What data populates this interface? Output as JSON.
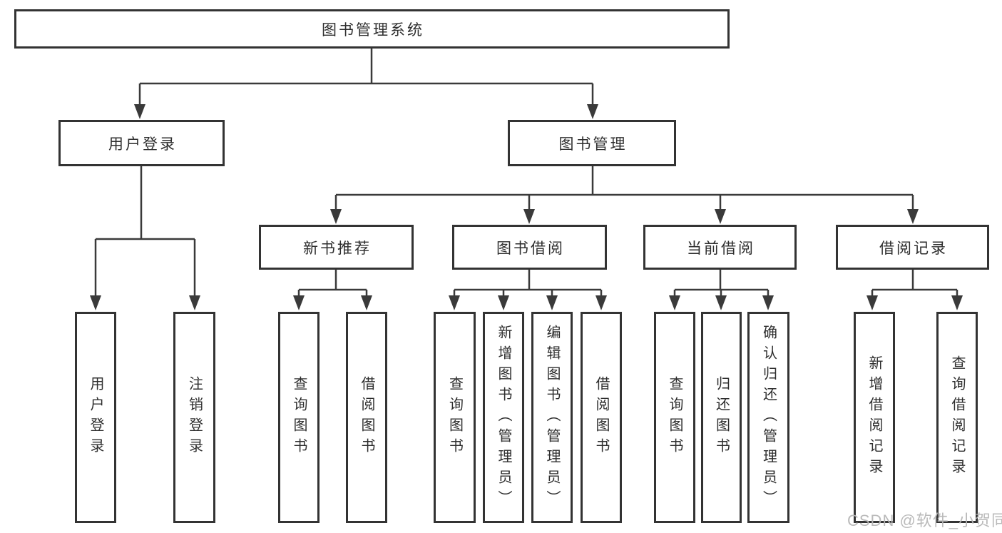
{
  "tree": {
    "root": {
      "label": "图书管理系统"
    },
    "user_login": {
      "label": "用户登录",
      "children": [
        {
          "label": "用户登录"
        },
        {
          "label": "注销登录"
        }
      ]
    },
    "book_management": {
      "label": "图书管理",
      "sections": [
        {
          "label": "新书推荐",
          "children": [
            {
              "label": "查询图书"
            },
            {
              "label": "借阅图书"
            }
          ]
        },
        {
          "label": "图书借阅",
          "children": [
            {
              "label": "查询图书"
            },
            {
              "label": "新增图书（管理员）"
            },
            {
              "label": "编辑图书（管理员）"
            },
            {
              "label": "借阅图书"
            }
          ]
        },
        {
          "label": "当前借阅",
          "children": [
            {
              "label": "查询图书"
            },
            {
              "label": "归还图书"
            },
            {
              "label": "确认归还（管理员）"
            }
          ]
        },
        {
          "label": "借阅记录",
          "children": [
            {
              "label": "新增借阅记录"
            },
            {
              "label": "查询借阅记录"
            }
          ]
        }
      ]
    }
  },
  "watermark": {
    "text": "CSDN @软件_小贺同学"
  },
  "colors": {
    "line": "#3a3a3a",
    "box_border": "#333333",
    "text": "#2e2e2e",
    "watermark": "#b6b6b6",
    "background": "#ffffff"
  }
}
